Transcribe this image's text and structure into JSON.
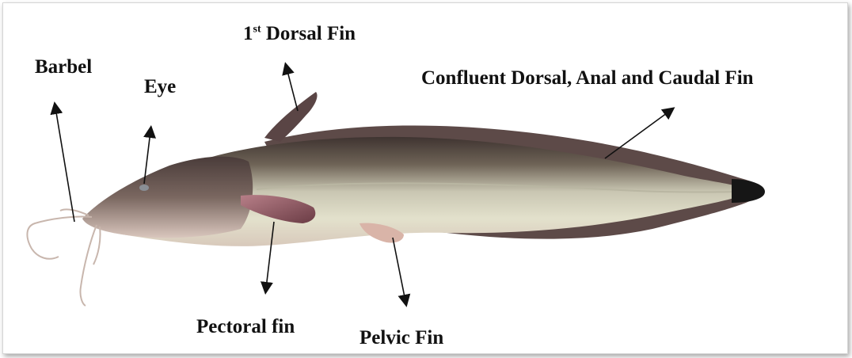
{
  "labels": {
    "dorsal1_prefix": "1",
    "dorsal1_sup": "st",
    "dorsal1_rest": " Dorsal Fin",
    "barbel": "Barbel",
    "eye": "Eye",
    "confluent": "Confluent Dorsal, Anal and Caudal Fin",
    "pectoral": "Pectoral fin",
    "pelvic": "Pelvic Fin"
  }
}
